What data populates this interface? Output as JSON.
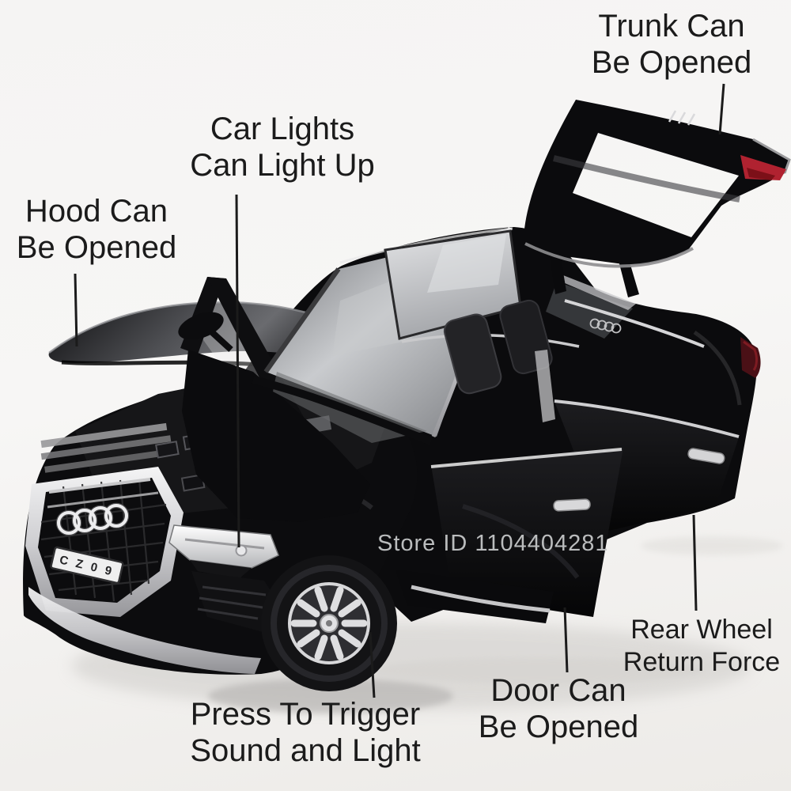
{
  "annotations": {
    "trunk": {
      "line1": "Trunk Can",
      "line2": "Be Opened"
    },
    "car_lights": {
      "line1": "Car Lights",
      "line2": "Can Light Up"
    },
    "hood": {
      "line1": "Hood Can",
      "line2": "Be Opened"
    },
    "sound": {
      "line1": "Press To Trigger",
      "line2": "Sound and Light"
    },
    "door": {
      "line1": "Door Can",
      "line2": "Be Opened"
    },
    "rear_wheel": {
      "line1": "Rear Wheel",
      "line2": "Return Force"
    }
  },
  "watermark": "Store ID 1104404281",
  "car": {
    "license_plate": "C Z 0 9",
    "grille_badge": "audi-rings",
    "rear_window_decal": "audi-rings"
  },
  "colors": {
    "label_text": "#1b1b1b",
    "watermark": "#c8cacb",
    "car_black": "#0b0b0d",
    "chrome": "#cfcfd2",
    "taillight_red": "#b02230",
    "background": "#f3f2f0"
  }
}
